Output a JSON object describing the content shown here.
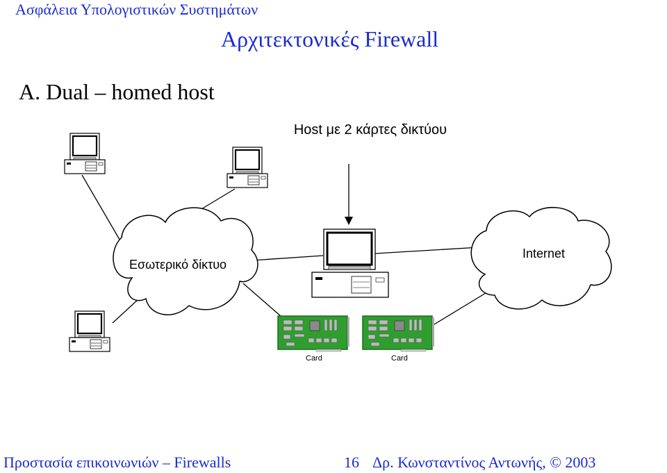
{
  "header": {
    "course_title": "Ασφάλεια Υπολογιστικών Συστημάτων",
    "slide_title": "Αρχιτεκτονικές Firewall"
  },
  "section": {
    "heading": "Α. Dual – homed host"
  },
  "diagram": {
    "host_label": "Host με 2 κάρτες δικτύου",
    "internal_network_label": "Εσωτερικό δίκτυο",
    "internet_label": "Internet",
    "card1_label": "Card",
    "card2_label": "Card"
  },
  "footer": {
    "left_text": "Προστασία επικοινωνιών – Firewalls",
    "page_number": "16",
    "right_text": "Δρ. Κωνσταντίνος Αντωνής, © 2003"
  },
  "colors": {
    "title_blue": "#1a2bd0",
    "card_green": "#2f9e2f"
  }
}
